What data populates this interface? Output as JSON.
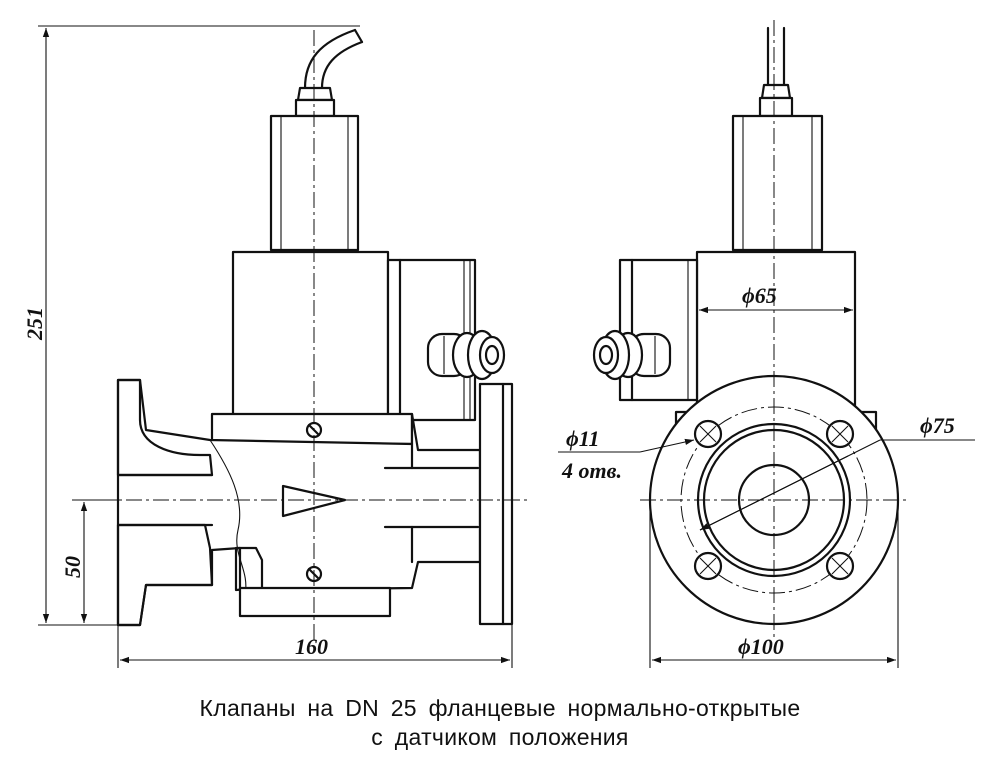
{
  "dimensions": {
    "overall_height": "251",
    "axis_height": "50",
    "overall_length": "160",
    "flange_diameter": "ϕ100",
    "bolt_circle": "ϕ75",
    "body_diameter": "ϕ65",
    "hole_diameter": "ϕ11",
    "hole_count": "4 отв."
  },
  "caption": {
    "line1": "Клапаны на DN 25 фланцевые нормально-открытые",
    "line2": "с датчиком положения"
  }
}
